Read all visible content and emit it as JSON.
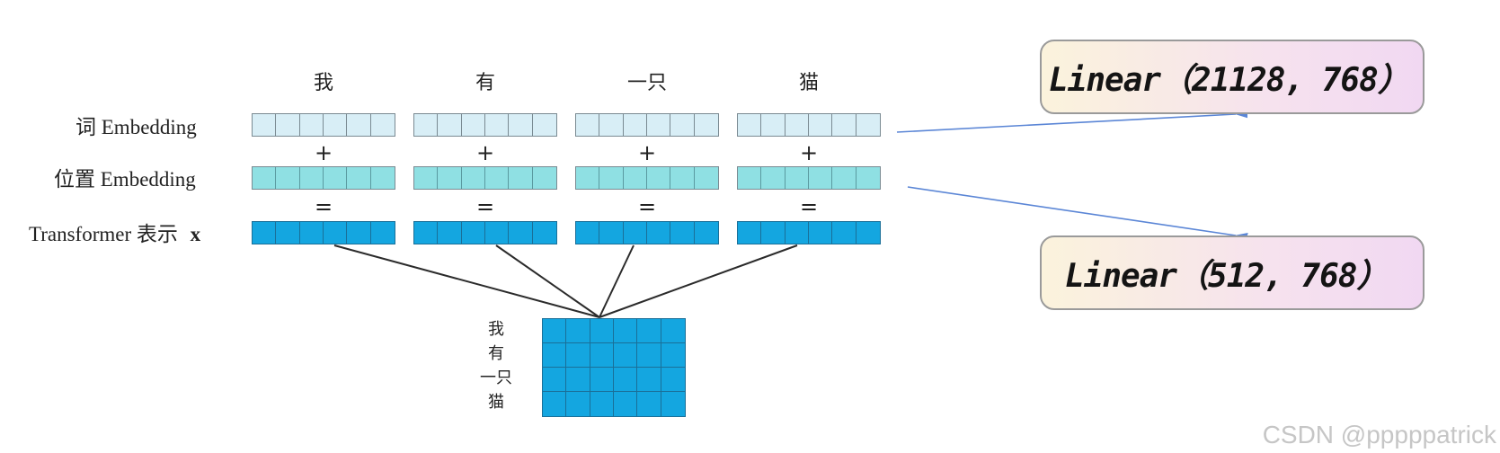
{
  "tokens": [
    "我",
    "有",
    "一只",
    "猫"
  ],
  "rows": {
    "word_label": "词 Embedding",
    "position_label": "位置 Embedding",
    "transformer_label_text": "Transformer 表示",
    "transformer_label_var": "x"
  },
  "operators": {
    "plus": "+",
    "equals": "="
  },
  "matrix_labels": [
    "我",
    "有",
    "一只",
    "猫"
  ],
  "annotations": {
    "word_linear": "Linear（21128, 768）",
    "position_linear": "Linear（512, 768）"
  },
  "watermark": "CSDN @pppppatrick",
  "colors": {
    "word_embedding": "#d8eef6",
    "position_embedding": "#8fe0e3",
    "transformer_repr": "#14a6e0",
    "arrow": "#5b86d6"
  }
}
